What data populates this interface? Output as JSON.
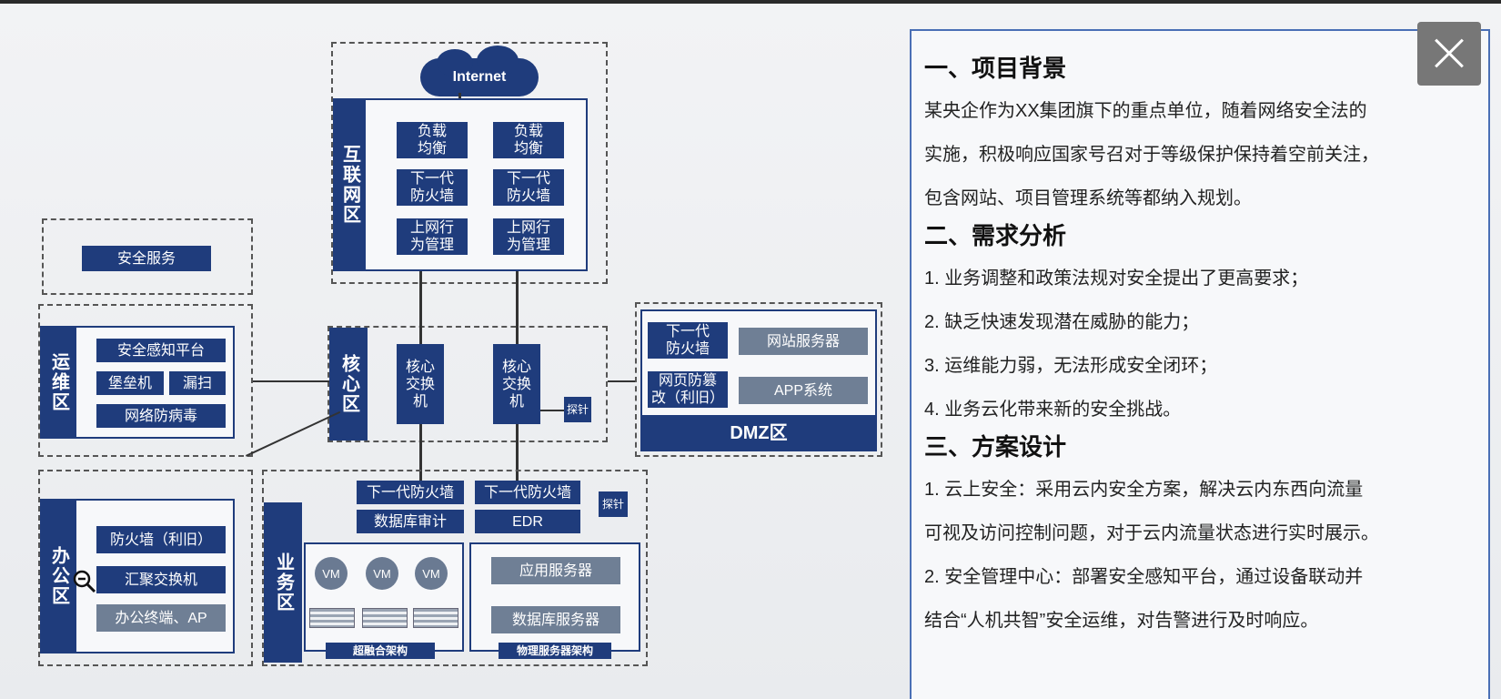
{
  "diagram": {
    "internet_label": "Internet",
    "internet_zone": {
      "label": "互\n联\n网\n区",
      "devices": [
        "负载\n均衡",
        "负载\n均衡",
        "下一代\n防火墙",
        "下一代\n防火墙",
        "上网行\n为管理",
        "上网行\n为管理"
      ]
    },
    "security_service": "安全服务",
    "ops_zone": {
      "label": "运\n维\n区",
      "devices": [
        "安全感知平台",
        "堡垒机",
        "漏扫",
        "网络防病毒"
      ]
    },
    "core_zone": {
      "label": "核\n心\n区",
      "devices": [
        "核心\n交换\n机",
        "核心\n交换\n机"
      ],
      "probe": "探针"
    },
    "dmz_zone": {
      "label": "DMZ区",
      "devices": [
        "下一代\n防火墙",
        "网站服务器",
        "网页防篡\n改（利旧）",
        "APP系统"
      ]
    },
    "office_zone": {
      "label": "办\n公\n区",
      "devices": [
        "防火墙（利旧）",
        "汇聚交换机",
        "办公终端、AP"
      ]
    },
    "business_zone": {
      "label": "业\n务\n区",
      "top_devices": [
        "下一代防火墙",
        "下一代防火墙",
        "数据库审计",
        "EDR"
      ],
      "probe": "探针",
      "vm_label": "VM",
      "hci_label": "超融合架构",
      "servers": [
        "应用服务器",
        "数据库服务器"
      ],
      "physical_label": "物理服务器架构"
    }
  },
  "panel": {
    "sections": [
      {
        "title": "一、项目背景",
        "lines": [
          "某央企作为XX集团旗下的重点单位，随着网络安全法的",
          "实施，积极响应国家号召对于等级保护保持着空前关注，",
          "包含网站、项目管理系统等都纳入规划。"
        ]
      },
      {
        "title": "二、需求分析",
        "lines": [
          "1. 业务调整和政策法规对安全提出了更高要求；",
          "2. 缺乏快速发现潜在威胁的能力；",
          "3. 运维能力弱，无法形成安全闭环；",
          "4. 业务云化带来新的安全挑战。"
        ]
      },
      {
        "title": "三、方案设计",
        "lines": [
          "1. 云上安全：采用云内安全方案，解决云内东西向流量",
          "可视及访问控制问题，对于云内流量状态进行实时展示。",
          "2. 安全管理中心：部署安全感知平台，通过设备联动并",
          "结合“人机共智”安全运维，对告警进行及时响应。"
        ]
      }
    ]
  },
  "close_icon": "close-icon",
  "magnifier_icon": "zoom-out-icon"
}
